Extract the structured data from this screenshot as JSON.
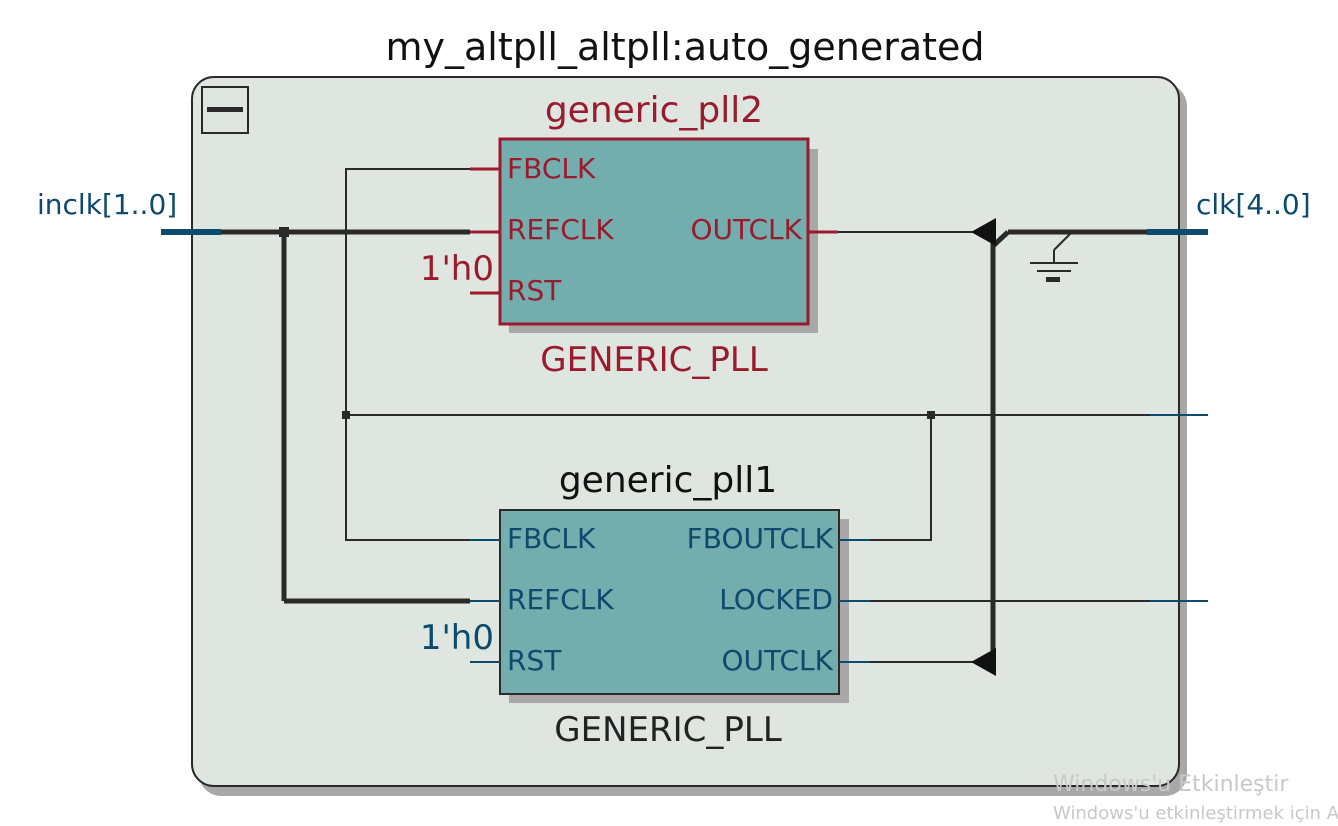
{
  "title": "my_altpll_altpll:auto_generated",
  "colors": {
    "container_fill": "#dfe6e0",
    "block_fill": "#74adad",
    "red_accent": "#9b1b2e",
    "blue_accent": "#0c4a6e"
  },
  "icons": {
    "collapse": "minus-box-icon",
    "ground": "ground-icon"
  },
  "inputs": {
    "inclk": "inclk[1..0]"
  },
  "outputs": {
    "clk": "clk[4..0]"
  },
  "pll2": {
    "instance": "generic_pll2",
    "type": "GENERIC_PLL",
    "ports_in": [
      "FBCLK",
      "REFCLK",
      "RST"
    ],
    "ports_out": [
      "OUTCLK"
    ],
    "rst_const": "1'h0"
  },
  "pll1": {
    "instance": "generic_pll1",
    "type": "GENERIC_PLL",
    "ports_in": [
      "FBCLK",
      "REFCLK",
      "RST"
    ],
    "ports_out": [
      "FBOUTCLK",
      "LOCKED",
      "OUTCLK"
    ],
    "rst_const": "1'h0"
  },
  "watermark": {
    "line1": "Windows'u Etkinleştir",
    "line2": "Windows'u etkinleştirmek için Ayarla"
  }
}
